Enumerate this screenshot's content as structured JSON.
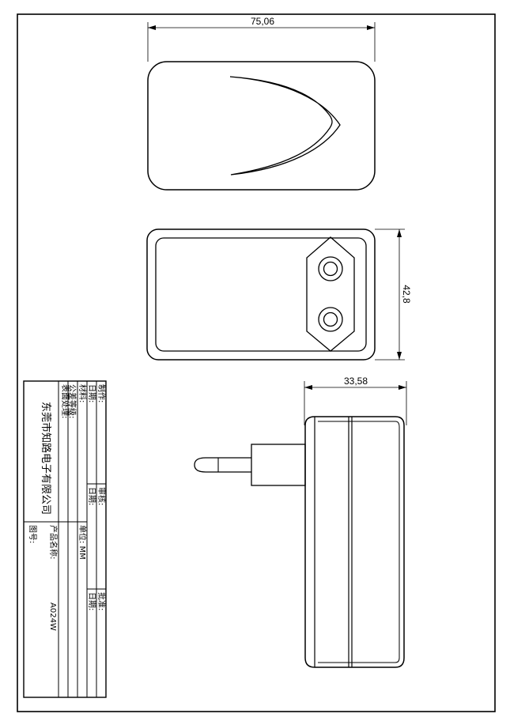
{
  "dimensions": {
    "width": "75,06",
    "height": "42,8",
    "depth": "33,58"
  },
  "title_block": {
    "company": "东莞市知路电子有限公司",
    "labels": {
      "drawn_by": "制作:",
      "date_1": "日期:",
      "material": "材料:",
      "surface_treatment": "表面处理:",
      "tolerance_grade": "公差等级:",
      "checked_by": "审核:",
      "date_2": "日期:",
      "unit": "单位: MM",
      "product_name": "产品名称:",
      "approved_by": "批准:",
      "date_3": "日期:",
      "drawing_no": "图号:"
    },
    "model": "A024W"
  }
}
